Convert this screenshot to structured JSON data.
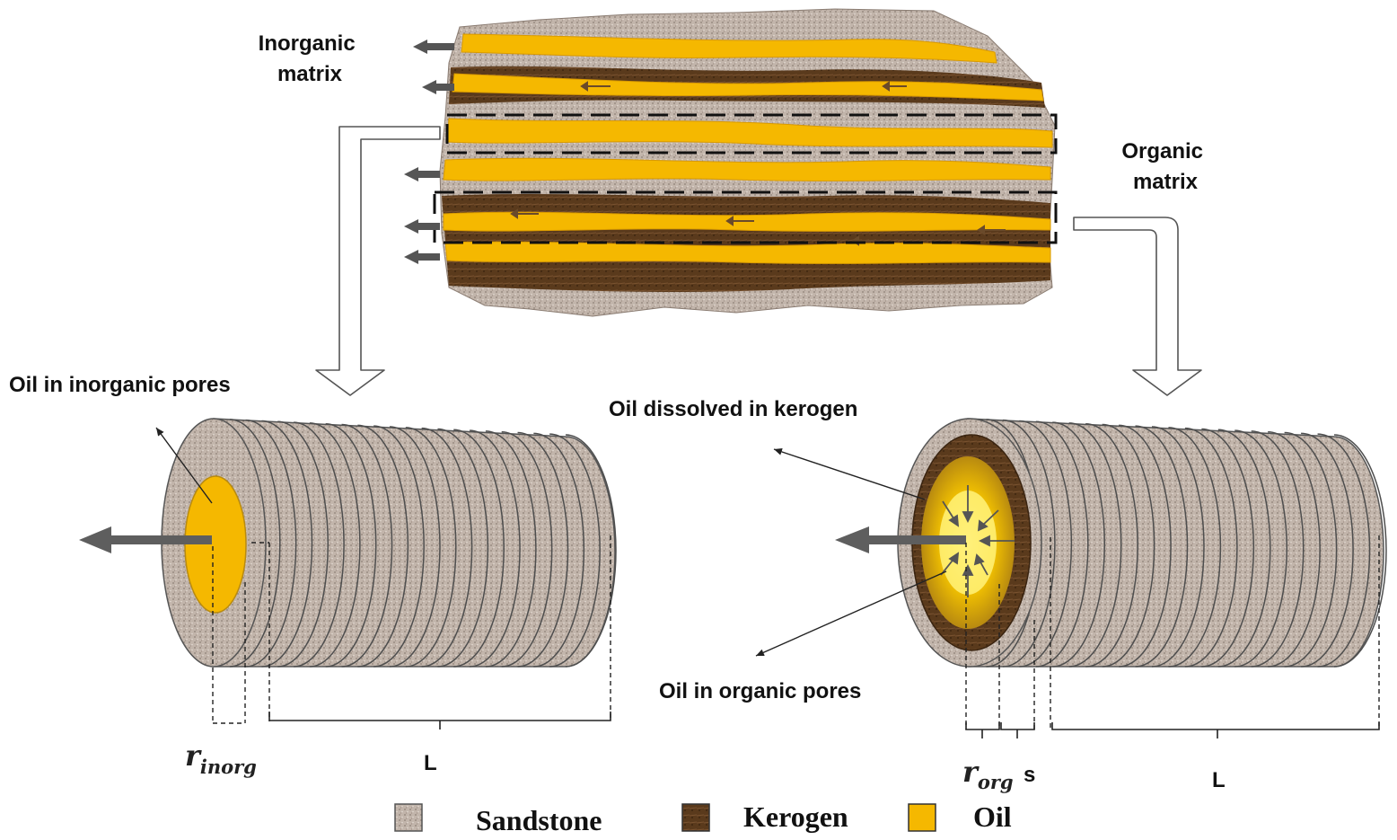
{
  "labels": {
    "inorganic_matrix": [
      "Inorganic",
      "matrix"
    ],
    "organic_matrix": [
      "Organic",
      "matrix"
    ],
    "oil_inorganic_pores": "Oil in inorganic pores",
    "oil_dissolved_kerogen": "Oil dissolved in kerogen",
    "oil_organic_pores": "Oil in organic pores"
  },
  "dimensions": {
    "r_inorg": {
      "base": "r",
      "sub": "inorg"
    },
    "r_org": {
      "base": "r",
      "sub": "org"
    },
    "shell": "s",
    "length_left": "L",
    "length_right": "L"
  },
  "legend": [
    {
      "name": "Sandstone",
      "color": "#b9aba1"
    },
    {
      "name": "Kerogen",
      "color": "#4a2e17"
    },
    {
      "name": "Oil",
      "color": "#f5b800"
    }
  ],
  "colors": {
    "sandstone": "#c2b5ab",
    "kerogen": "#5a3a1c",
    "oil": "#f5b800",
    "arrow": "#555555"
  }
}
